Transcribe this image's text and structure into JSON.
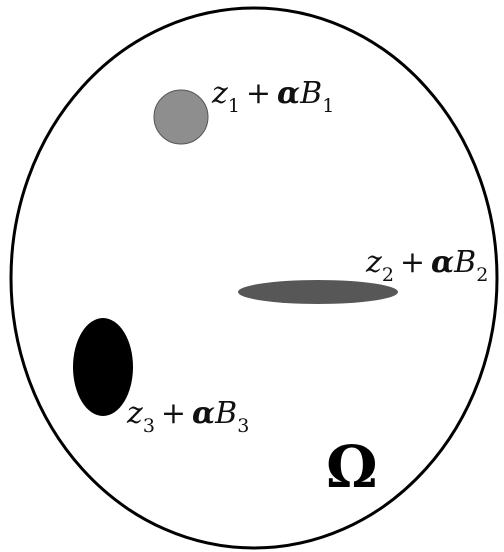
{
  "domain": {
    "label": "Ω"
  },
  "inclusions": [
    {
      "id": 1,
      "center": "z",
      "subscript": "1",
      "operator": "+",
      "scale": "α",
      "shape": "B",
      "color": "#8e8e8e",
      "form": "disk"
    },
    {
      "id": 2,
      "center": "z",
      "subscript": "2",
      "operator": "+",
      "scale": "α",
      "shape": "B",
      "color": "#575757",
      "form": "flat ellipse"
    },
    {
      "id": 3,
      "center": "z",
      "subscript": "3",
      "operator": "+",
      "scale": "α",
      "shape": "B",
      "color": "#000000",
      "form": "tall ellipse"
    }
  ],
  "boundary": {
    "stroke_color": "#000000",
    "fill_color": "#ffffff"
  }
}
